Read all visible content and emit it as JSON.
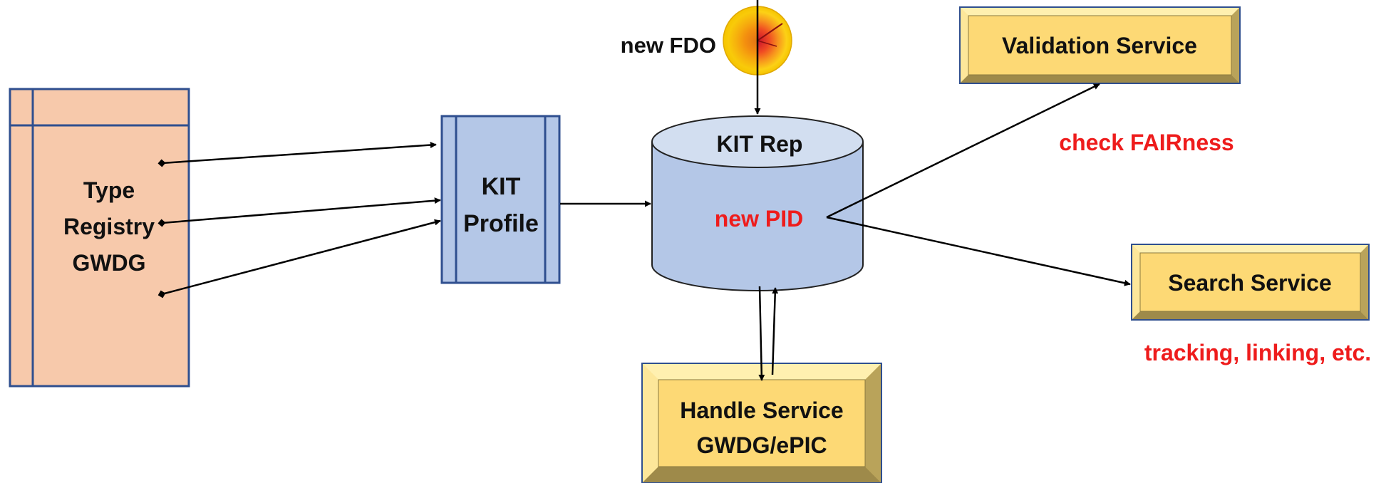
{
  "colors": {
    "registry_fill": "#f7c9ab",
    "box_border": "#2f4f8f",
    "profile_fill": "#b4c7e7",
    "cylinder_fill": "#b4c7e7",
    "service_face": "#fdd975",
    "service_bevel_light": "#fff0b0",
    "service_bevel_dark": "#9e8a4a",
    "annotation_red": "#ee1c1c",
    "arrow": "#000000"
  },
  "new_fdo": {
    "label": "new FDO",
    "icon": "earth-cross-section-icon"
  },
  "type_registry": {
    "line1": "Type",
    "line2": "Registry",
    "line3": "GWDG"
  },
  "kit_profile": {
    "line1": "KIT",
    "line2": "Profile"
  },
  "kit_rep": {
    "title": "KIT Rep",
    "inner": "new PID"
  },
  "validation_service": {
    "label": "Validation Service",
    "annotation": "check FAIRness"
  },
  "search_service": {
    "label": "Search Service",
    "annotation": "tracking, linking, etc."
  },
  "handle_service": {
    "line1": "Handle Service",
    "line2": "GWDG/ePIC"
  }
}
